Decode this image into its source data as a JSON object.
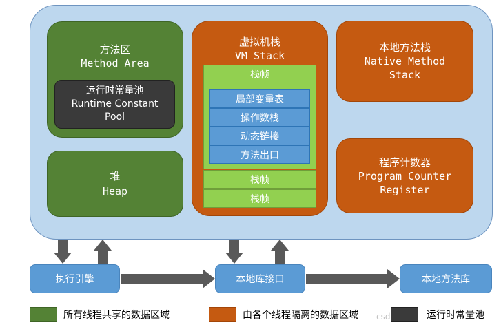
{
  "method_area": {
    "title_zh": "方法区",
    "title_en": "Method Area"
  },
  "runtime_constant_pool": {
    "zh": "运行时常量池",
    "en_line1": "Runtime Constant",
    "en_line2": "Pool"
  },
  "heap": {
    "zh": "堆",
    "en": "Heap"
  },
  "vm_stack": {
    "title_zh": "虚拟机栈",
    "title_en": "VM Stack",
    "frame_label": "栈帧",
    "frame_items": [
      "局部变量表",
      "操作数栈",
      "动态链接",
      "方法出口"
    ],
    "extra_frames": [
      "栈帧",
      "栈帧"
    ]
  },
  "native_method_stack": {
    "zh": "本地方法栈",
    "en_line1": "Native Method",
    "en_line2": "Stack"
  },
  "pc_register": {
    "zh": "程序计数器",
    "en_line1": "Program Counter",
    "en_line2": "Register"
  },
  "bottom": {
    "execution_engine": "执行引擎",
    "native_interface": "本地库接口",
    "native_library": "本地方法库"
  },
  "legend": {
    "shared": "所有线程共享的数据区域",
    "isolated": "由各个线程隔离的数据区域",
    "rcp": "运行时常量池",
    "watermark": "csdn.n"
  },
  "colors": {
    "shared": "#548235",
    "isolated": "#c55a11",
    "rcp": "#3a3a3a",
    "arrow": "#595959",
    "runtime_bg": "#bdd7ee",
    "blue_box": "#5b9bd5",
    "frame": "#92d050"
  }
}
